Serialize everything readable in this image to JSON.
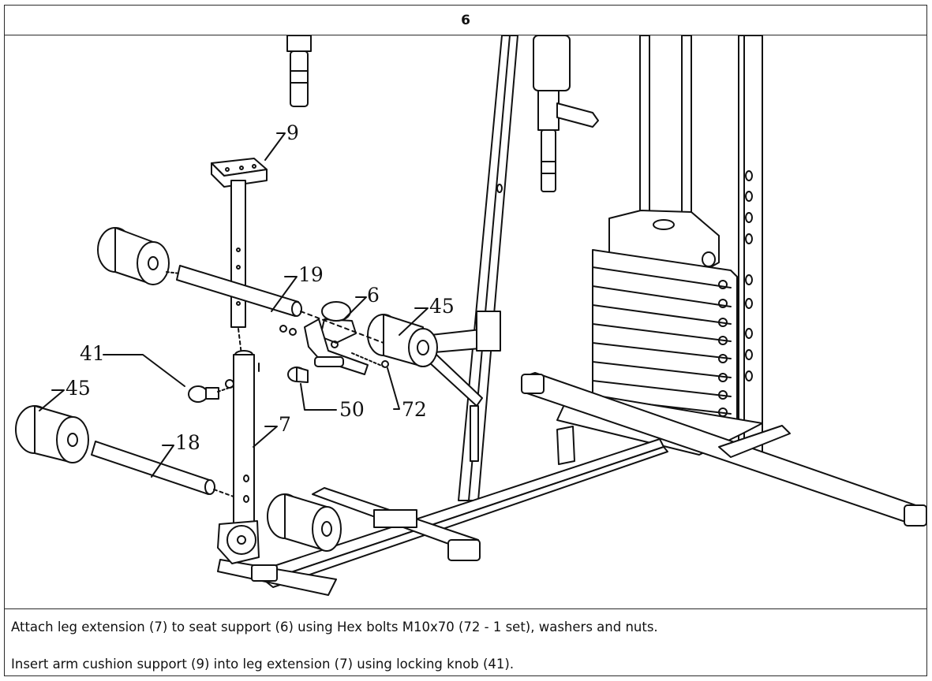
{
  "step": {
    "number": "6"
  },
  "callouts": [
    {
      "id": "9",
      "text": "9"
    },
    {
      "id": "19",
      "text": "19"
    },
    {
      "id": "6",
      "text": "6"
    },
    {
      "id": "45a",
      "text": "45"
    },
    {
      "id": "41",
      "text": "41"
    },
    {
      "id": "45b",
      "text": "45"
    },
    {
      "id": "18",
      "text": "18"
    },
    {
      "id": "7",
      "text": "7"
    },
    {
      "id": "50",
      "text": "50"
    },
    {
      "id": "72",
      "text": "72"
    }
  ],
  "instructions": [
    "Attach leg extension (7) to seat support (6) using Hex bolts M10x70 (72 - 1 set), washers and nuts.",
    "Insert arm cushion support (9) into leg extension (7) using locking knob (41)."
  ]
}
